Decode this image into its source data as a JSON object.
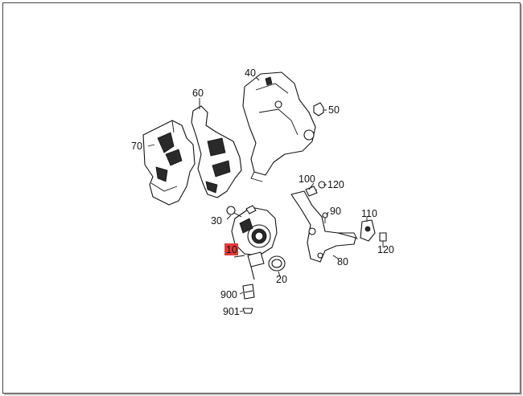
{
  "diagram": {
    "callouts": [
      {
        "id": "p10",
        "text": "10",
        "highlight": true
      },
      {
        "id": "p20",
        "text": "20"
      },
      {
        "id": "p30",
        "text": "30"
      },
      {
        "id": "p40",
        "text": "40"
      },
      {
        "id": "p50",
        "text": "50"
      },
      {
        "id": "p60",
        "text": "60"
      },
      {
        "id": "p70",
        "text": "70"
      },
      {
        "id": "p80",
        "text": "80"
      },
      {
        "id": "p90",
        "text": "90"
      },
      {
        "id": "p100",
        "text": "100"
      },
      {
        "id": "p110",
        "text": "110"
      },
      {
        "id": "p120a",
        "text": "120"
      },
      {
        "id": "p120b",
        "text": "120"
      },
      {
        "id": "p900",
        "text": "900"
      },
      {
        "id": "p901",
        "text": "901"
      }
    ],
    "highlight_color": "#e43a3a"
  }
}
